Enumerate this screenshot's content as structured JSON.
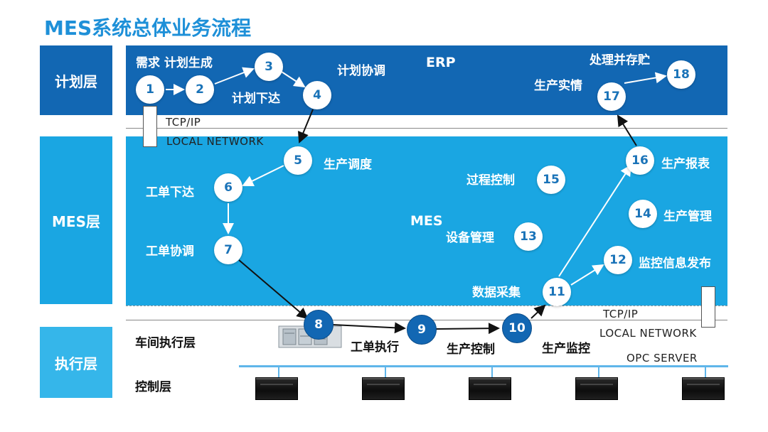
{
  "title": "MES系统总体业务流程",
  "layers": {
    "plan": "计划层",
    "mes": "MES层",
    "exec": "执行层"
  },
  "plan_texts": {
    "demand": "需求 计划生成",
    "issue": "计划下达",
    "coord": "计划协调",
    "erp": "ERP",
    "store": "处理并存贮",
    "actual": "生产实情"
  },
  "network_top": {
    "tcp": "TCP/IP",
    "lan": "LOCAL NETWORK"
  },
  "mes_texts": {
    "dispatch": "生产调度",
    "order_issue": "工单下达",
    "order_coord": "工单协调",
    "process_ctrl": "过程控制",
    "report": "生产报表",
    "prod_mgmt": "生产管理",
    "mes": "MES",
    "device_mgmt": "设备管理",
    "monitor_pub": "监控信息发布",
    "data_collect": "数据采集"
  },
  "network_bottom": {
    "tcp": "TCP/IP",
    "lan": "LOCAL NETWORK",
    "opc": "OPC SERVER"
  },
  "exec_texts": {
    "workshop": "车间执行层",
    "control": "控制层",
    "order_exec": "工单执行",
    "prod_ctrl": "生产控制",
    "prod_monitor": "生产监控"
  },
  "nodes": [
    "1",
    "2",
    "3",
    "4",
    "5",
    "6",
    "7",
    "8",
    "9",
    "10",
    "11",
    "12",
    "13",
    "14",
    "15",
    "16",
    "17",
    "18"
  ],
  "colors": {
    "title": "#1e90d8",
    "plan_band": "#1267b3",
    "mes_band": "#1aa6e2",
    "exec_band": "#35b6ea"
  }
}
